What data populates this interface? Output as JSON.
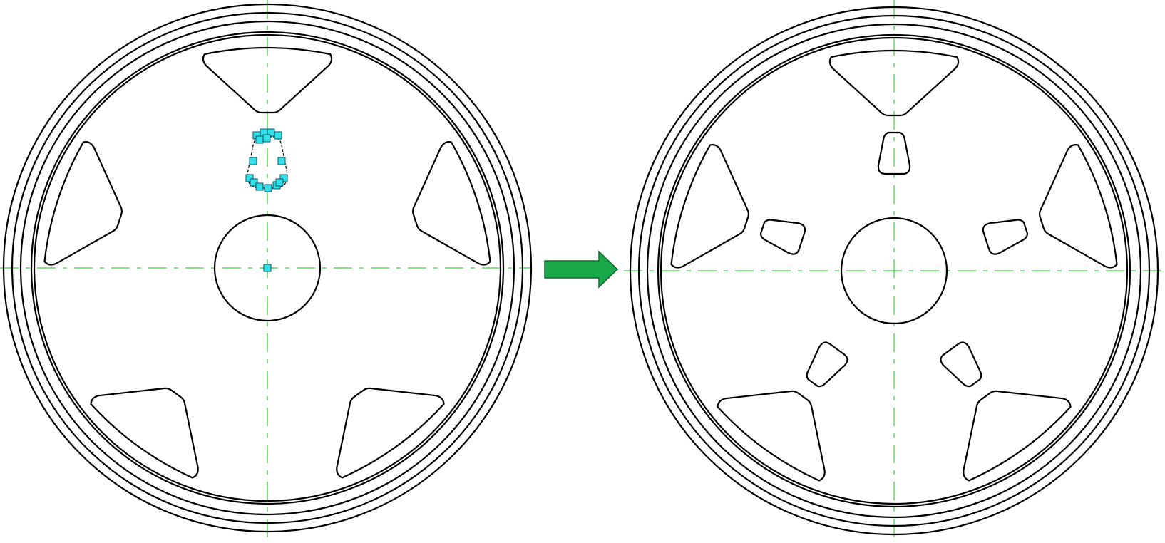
{
  "panels": [
    {
      "id": "before",
      "label": "",
      "selected_hole": true,
      "added_holes": false
    },
    {
      "id": "after",
      "label": "",
      "selected_hole": false,
      "added_holes": true
    }
  ],
  "wheel": {
    "spoke_openings": 5,
    "small_holes_after": 5
  },
  "colors": {
    "background": "#ffffff",
    "outline": "#000000",
    "centerline": "#00c800",
    "grip": "#33e0e8",
    "arrow": "#1aa84a",
    "arrow_edge": "#0d6b2e"
  },
  "icons": {
    "transition": "right-arrow-icon",
    "grip": "square-grip-icon"
  }
}
